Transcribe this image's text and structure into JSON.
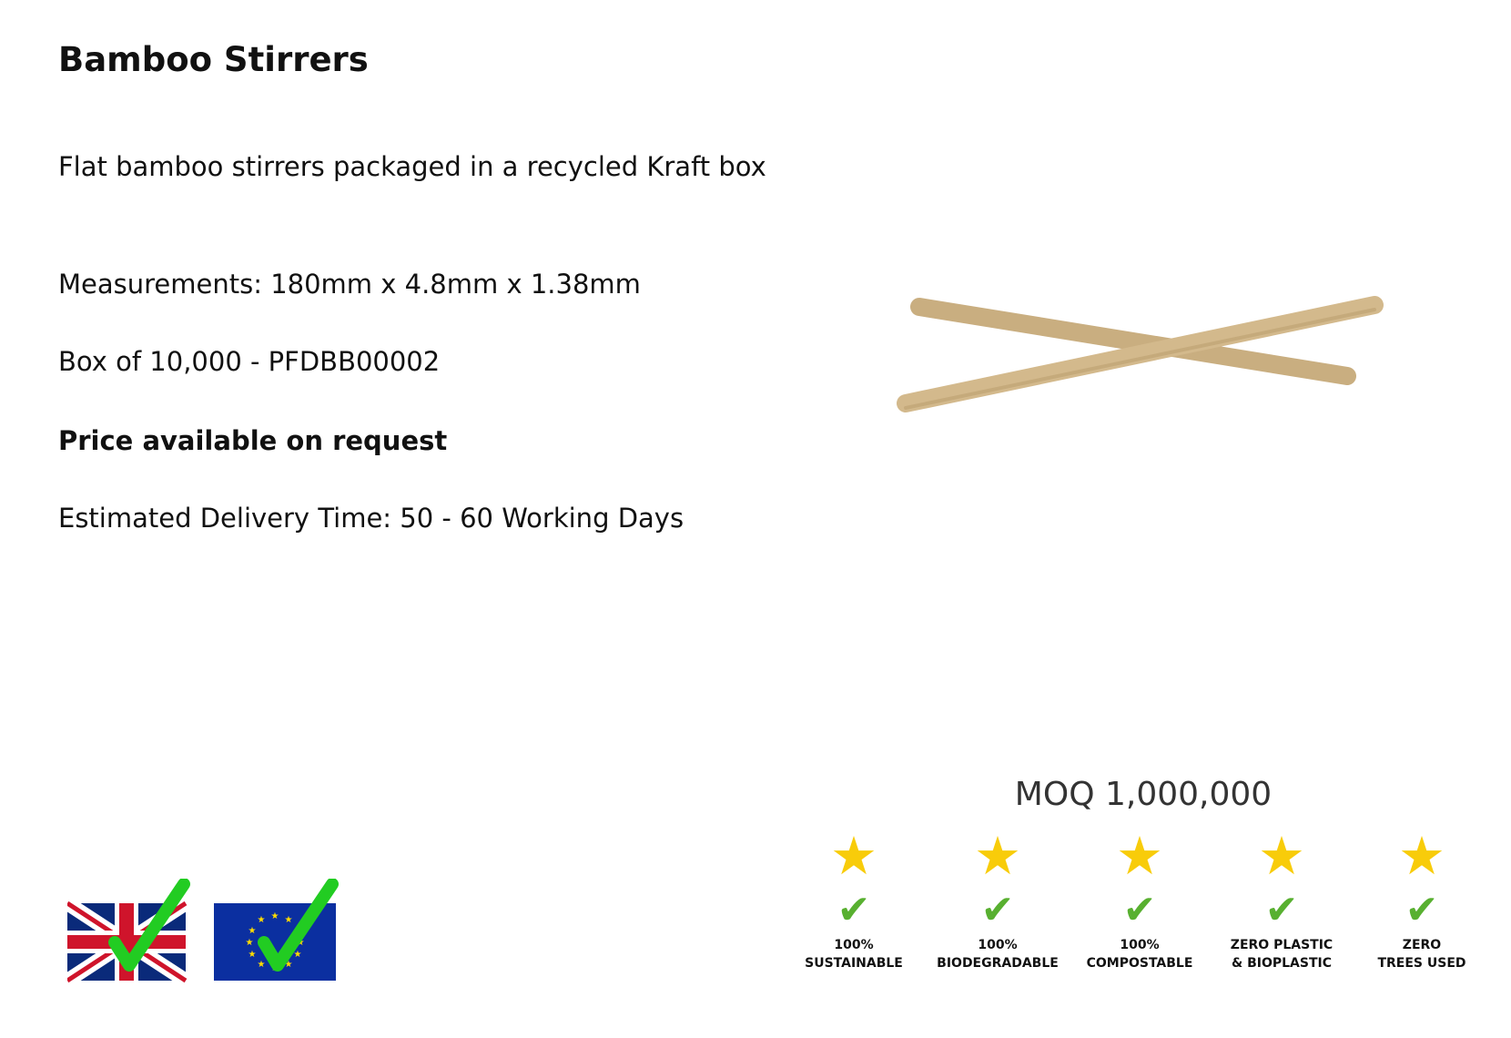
{
  "product": {
    "title": "Bamboo Stirrers",
    "description": "Flat bamboo stirrers packaged in a recycled Kraft box",
    "measurements": "Measurements: 180mm x 4.8mm x 1.38mm",
    "box": "Box of 10,000 - PFDBB00002",
    "price": "Price available on request",
    "delivery": "Estimated Delivery Time: 50 - 60 Working Days"
  },
  "moq": "MOQ 1,000,000",
  "badges": [
    {
      "line1": "100%",
      "line2": "SUSTAINABLE"
    },
    {
      "line1": "100%",
      "line2": "BIODEGRADABLE"
    },
    {
      "line1": "100%",
      "line2": "COMPOSTABLE"
    },
    {
      "line1": "ZERO PLASTIC",
      "line2": "& BIOPLASTIC"
    },
    {
      "line1": "ZERO",
      "line2": "TREES USED"
    }
  ],
  "icons": {
    "star": "★",
    "check": "✔"
  },
  "colors": {
    "star": "#f8cc0a",
    "check": "#58b030",
    "flag_check": "#22cc22"
  }
}
